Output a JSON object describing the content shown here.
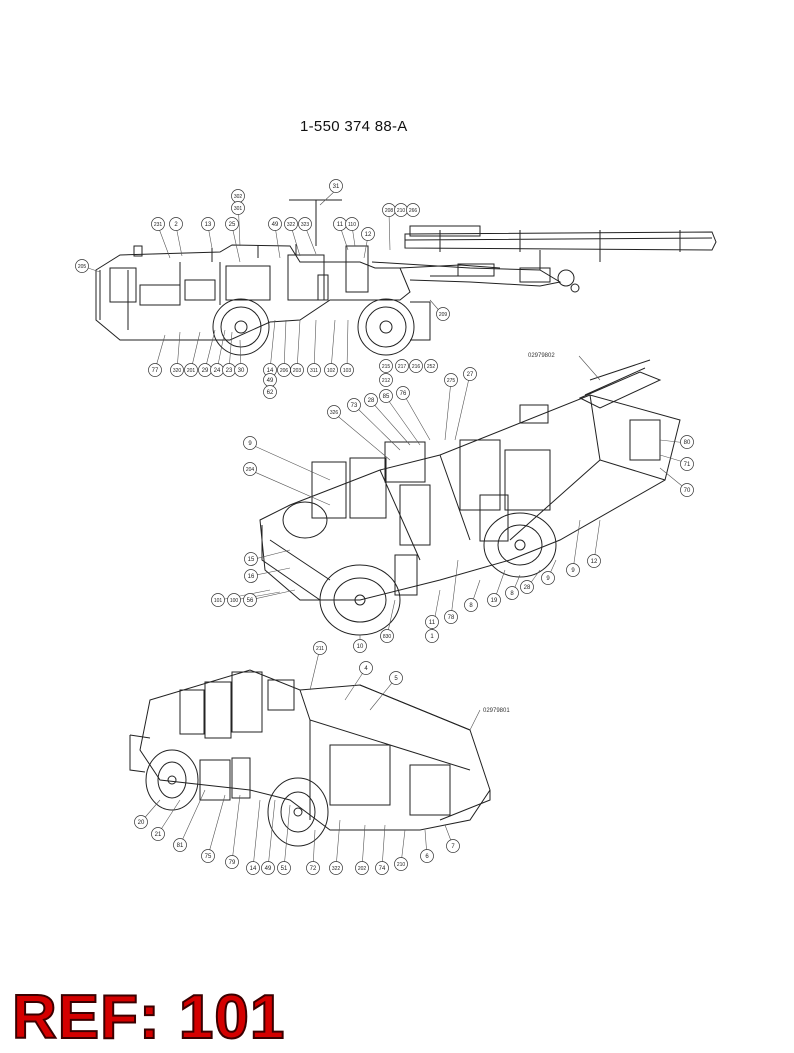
{
  "document_number": "1-550 374 88-A",
  "reference_prefix": "REF:",
  "reference_number": "101",
  "colors": {
    "line": "#222222",
    "ref_fill": "#d40000",
    "ref_stroke": "#3a0000"
  },
  "views": [
    {
      "name": "side-view",
      "part_number_tag": "",
      "callouts": [
        "302",
        "301",
        "31",
        "231",
        "2",
        "13",
        "25",
        "49",
        "322",
        "323",
        "11",
        "110",
        "12",
        "208",
        "210",
        "266",
        "205",
        "209",
        "77",
        "320",
        "201",
        "29",
        "24",
        "23",
        "30",
        "14",
        "206",
        "203",
        "311",
        "102",
        "103",
        "49",
        "62"
      ]
    },
    {
      "name": "rear-iso-view",
      "part_number_tag": "02979802",
      "callouts": [
        "215",
        "217",
        "216",
        "252",
        "212",
        "275",
        "27",
        "326",
        "73",
        "28",
        "85",
        "76",
        "9",
        "204",
        "80",
        "71",
        "70",
        "15",
        "16",
        "101",
        "100",
        "56",
        "10",
        "830",
        "1",
        "11",
        "78",
        "8",
        "19",
        "8",
        "28",
        "9",
        "9",
        "12"
      ]
    },
    {
      "name": "front-iso-view",
      "part_number_tag": "02979801",
      "callouts": [
        "211",
        "4",
        "5",
        "20",
        "21",
        "81",
        "75",
        "79",
        "14",
        "49",
        "51",
        "72",
        "322",
        "202",
        "74",
        "210",
        "6",
        "7"
      ]
    }
  ]
}
